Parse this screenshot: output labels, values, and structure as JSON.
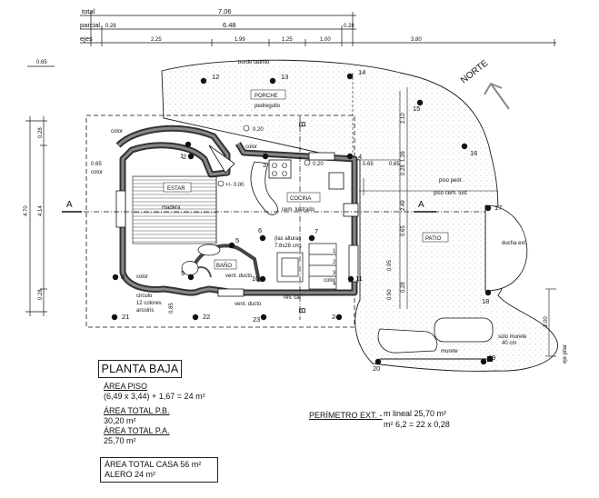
{
  "dims": {
    "total_label": "total",
    "total_value": "7.06",
    "parcial_label": "parcial",
    "parcial_left": "0.28",
    "parcial_mid": "6.48",
    "parcial_right": "0.28",
    "ejes_label": "ejes",
    "ejes": [
      "2.25",
      "1.99",
      "1.25",
      "1.00",
      "3.80"
    ],
    "left_small": "0.65",
    "vert_outer": "4.70",
    "vert_inner": "4.14",
    "vert_top": "0.28",
    "vert_bot": "0.28",
    "right_dims": [
      "2.10",
      "1.26",
      "0.28",
      "2.49",
      "0.65",
      "0.95",
      "0.90",
      "0.28"
    ],
    "right_small": [
      "0.65",
      "0.65"
    ],
    "left_065": "0.65",
    "far_right": "2.00",
    "bottom_085": "0.85"
  },
  "labels": {
    "borde": "borde ladrillo",
    "porche": "PORCHE",
    "pedregullo": "pedregullo",
    "norte": "NORTE",
    "estar": "ESTAR",
    "madera": "madera",
    "cocina": "COCINA",
    "cem_lustrado": "cem. lustrado",
    "bano": "BAÑO",
    "patio": "PATIO",
    "ducha": "ducha ext.",
    "piso_pedr": "piso pedr.",
    "piso_cem": "piso cem. lust",
    "color": "color",
    "circulo": "circulo",
    "colores": "12 colores",
    "arcoiris": "arcoiris",
    "alturas": "(las alturas",
    "alturas2": "7.8x28 cm)",
    "vent_ducto": "vent. ducto",
    "vent_ducto2": "vent. ducto",
    "rev_cal": "rev. cal",
    "level_1": "0.20",
    "level_2": "+/- 0.00",
    "level_3": "0.20",
    "solo_murete": "solo murete",
    "solo_murete2": "40 cm",
    "murete": "murete",
    "eje_pilar": "eje pilar",
    "section_a": "A",
    "section_b": "B",
    "steps": [
      "1",
      "2",
      "3",
      "4"
    ]
  },
  "points": [
    "1",
    "2",
    "3",
    "4",
    "5",
    "6",
    "7",
    "8",
    "9",
    "10",
    "11",
    "12",
    "13",
    "14",
    "15",
    "16",
    "17",
    "18",
    "19",
    "20",
    "21",
    "22",
    "23",
    "24"
  ],
  "summary": {
    "title": "PLANTA BAJA",
    "area_piso_label": "ÁREA PISO",
    "area_piso_calc": "(6,49 x 3,44) + 1,67 = 24 m²",
    "total_pb_label": "ÁREA TOTAL P.B.",
    "total_pb_value": "30,20 m²",
    "total_pa_label": "ÁREA TOTAL P.A.",
    "total_pa_value": "25,70 m²",
    "total_casa": "ÁREA TOTAL CASA  56 m²",
    "alero": "ALERO 24 m²"
  },
  "perimetro": {
    "label": "PERÍMETRO EXT. -",
    "line1": "m lineal 25,70 m²",
    "line2": "m² 6,2 = 22 x 0,28"
  }
}
